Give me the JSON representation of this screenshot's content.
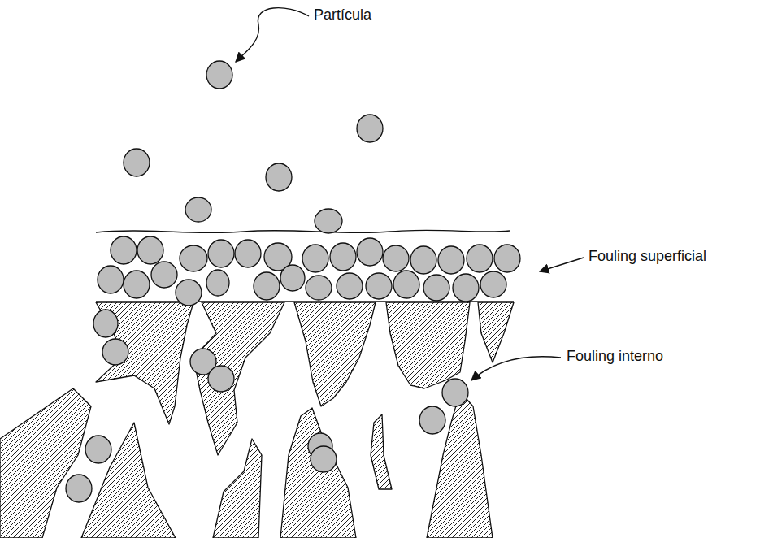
{
  "diagram": {
    "labels": [
      "Partícula",
      "Fouling superficial",
      "Fouling interno"
    ]
  }
}
